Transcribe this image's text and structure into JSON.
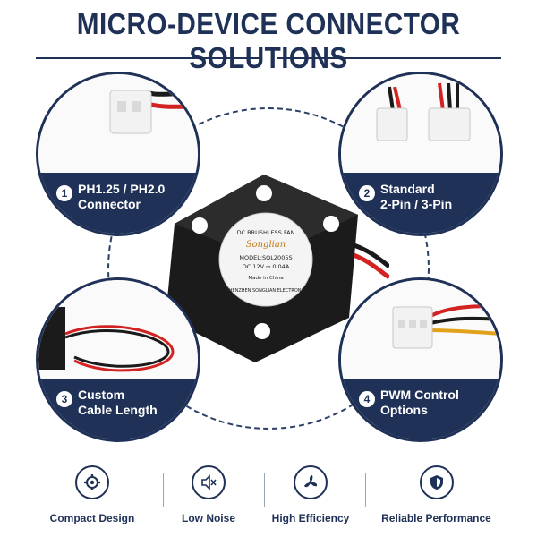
{
  "header": {
    "title": "MICRO-DEVICE CONNECTOR SOLUTIONS"
  },
  "fan_label": {
    "brand": "Songlian",
    "line1": "DC BRUSHLESS FAN",
    "model": "MODEL:SQL2005S",
    "rating": "DC 12V ⎓ 0.04A",
    "footer": "SHENZHEN SONGLIAN ELECTRONIC",
    "made": "Made in China"
  },
  "callouts": [
    {
      "num": "1",
      "lines": [
        "PH1.25 / PH2.0",
        "Connector"
      ]
    },
    {
      "num": "2",
      "lines": [
        "Standard",
        "2-Pin / 3-Pin"
      ]
    },
    {
      "num": "3",
      "lines": [
        "Custom",
        "Cable Length"
      ]
    },
    {
      "num": "4",
      "lines": [
        "PWM Control",
        "Options"
      ]
    }
  ],
  "features": [
    {
      "label": "Compact Design",
      "icon": "gear-icon"
    },
    {
      "label": "Low Noise",
      "icon": "speaker-mute-icon"
    },
    {
      "label": "High Efficiency",
      "icon": "fan-icon"
    },
    {
      "label": "Reliable Performance",
      "icon": "shield-icon"
    }
  ],
  "colors": {
    "navy": "#1f3157",
    "wire_red": "#d32222",
    "wire_black": "#1a1a1a",
    "wire_yellow": "#e0a21a"
  }
}
